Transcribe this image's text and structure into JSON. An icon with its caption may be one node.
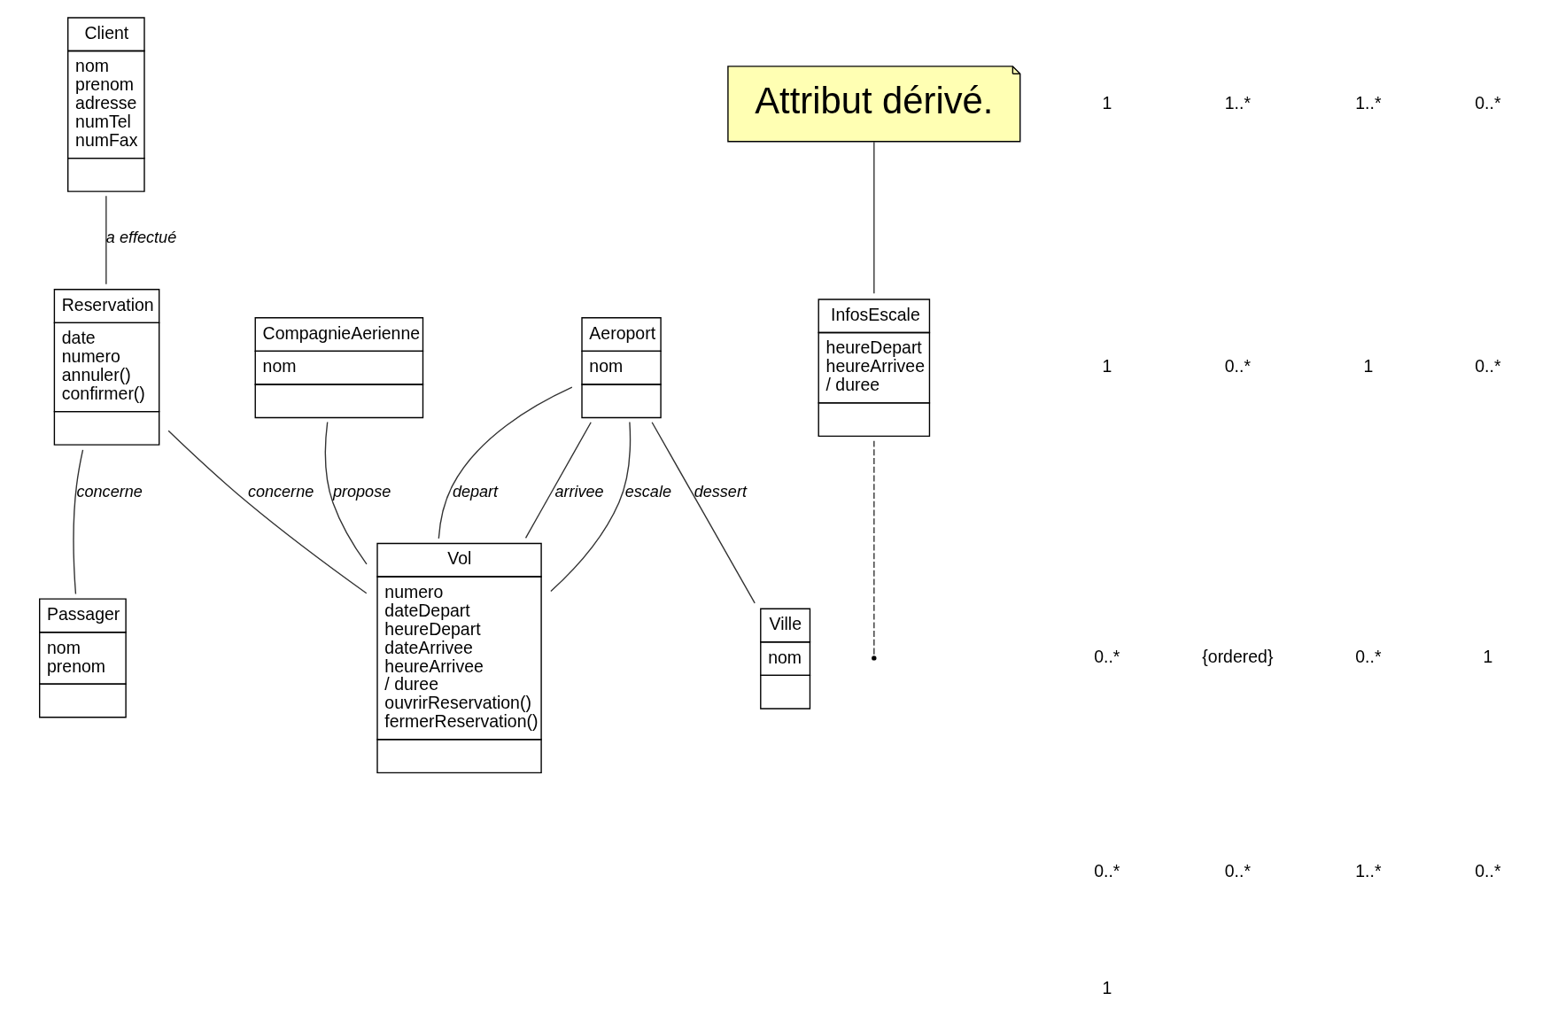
{
  "diagram": {
    "nodes": [
      {
        "text": [
          "Client",
          "nom",
          "prenom",
          "adresse",
          "numTel",
          "numFax"
        ]
      },
      {
        "text": [
          "CompagnieAerienne",
          "nom"
        ]
      },
      {
        "text": [
          "Vol",
          "numero",
          "dateDepart",
          "heureDepart",
          "dateArrivee",
          "heureArrivee",
          "/ duree",
          "ouvrirReservation()",
          "fermerReservation()"
        ]
      },
      {
        "text": [
          "Aeroport",
          "nom"
        ]
      },
      {
        "text": [
          "Reservation",
          "date",
          "numero",
          "annuler()",
          "confirmer()"
        ]
      },
      {
        "text": [
          "Ville",
          "nom"
        ]
      },
      {
        "text": [
          "InfosEscale",
          "heureDepart",
          "heureArrivee",
          "/ duree"
        ]
      },
      {
        "text": [
          "Passager",
          "nom",
          "prenom"
        ]
      },
      {
        "text": [
          "Attribut dérivé."
        ]
      }
    ],
    "edges": [
      {
        "from": 1,
        "to": 2,
        "arrow": "none",
        "label": "propose"
      },
      {
        "from": 3,
        "to": 2,
        "arrow": "none",
        "label": "depart"
      },
      {
        "from": 3,
        "to": 2,
        "arrow": "none",
        "label": "arrivee"
      },
      {
        "from": 3,
        "to": 2,
        "arrow": "none",
        "label": "escale"
      },
      {
        "from": 6,
        "to": null,
        "arrow": "none",
        "style": "dashed"
      },
      {
        "from": 3,
        "to": 5,
        "arrow": "none",
        "label": "dessert"
      },
      {
        "from": 0,
        "to": 4,
        "arrow": "none",
        "label": "a effectué"
      },
      {
        "from": 4,
        "to": 2,
        "arrow": "none",
        "label": "concerne"
      },
      {
        "from": 4,
        "to": 7,
        "arrow": "none",
        "label": "concerne"
      },
      {
        "from": 8,
        "to": 6,
        "arrow": "none"
      }
    ],
    "labels": [
      "1",
      "1..*",
      "1..*",
      "0..*",
      "1",
      "0..*",
      "1",
      "0..*",
      "0..*",
      "{ordered}",
      "0..*",
      "1",
      "0..*",
      "0..*",
      "1..*",
      "0..*",
      "1"
    ]
  }
}
